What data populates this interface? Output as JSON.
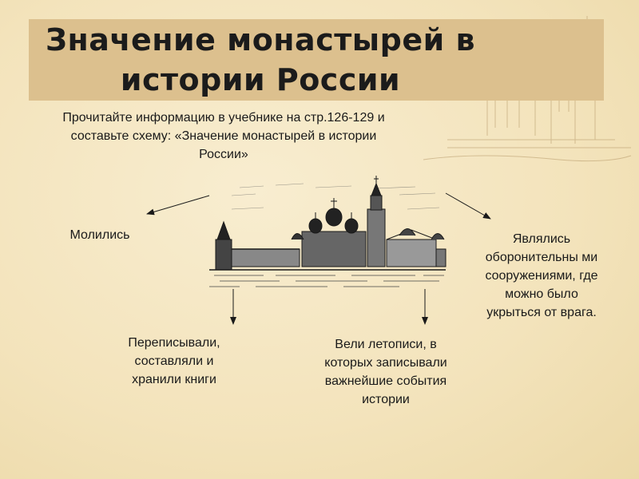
{
  "slide": {
    "title": "Значение монастырей в истории России",
    "instruction": "Прочитайте информацию в учебнике на стр.126-129 и составьте схему: «Значение монастырей в истории России»"
  },
  "nodes": {
    "prayed": "Молились",
    "defense": "Являлись оборонительны ми сооружениями, где можно было укрыться от врага.",
    "books": "Переписывали, составляли и хранили книги",
    "chronicles": "Вели летописи, в которых записывали важнейшие события истории"
  },
  "colors": {
    "background": "#f5e8c4",
    "title_band": "#dcc08e",
    "text": "#1a1a1a"
  }
}
